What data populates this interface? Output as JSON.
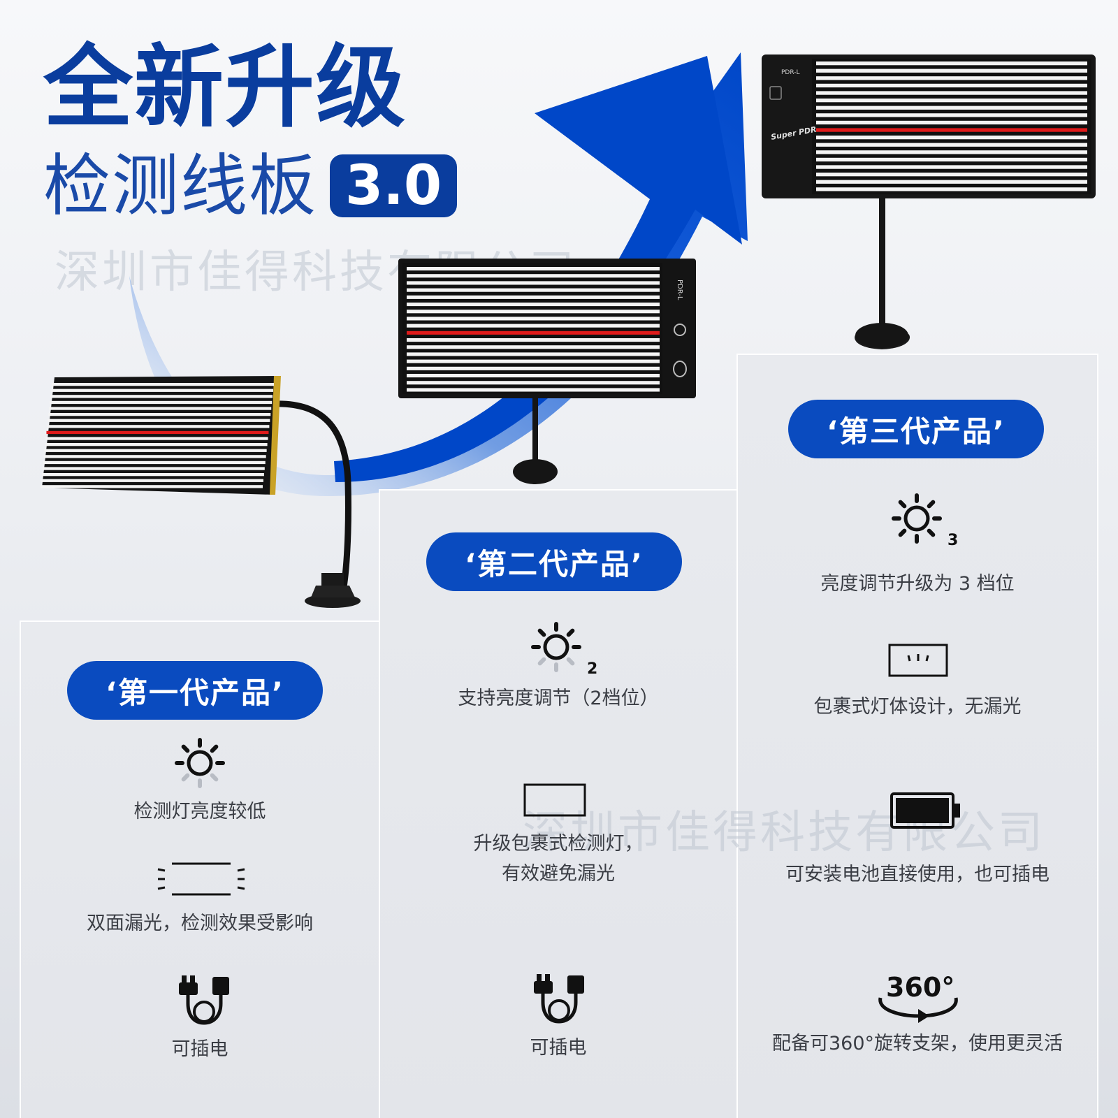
{
  "header": {
    "title": "全新升级",
    "subtitle": "检测线板",
    "version": "3.0",
    "watermark": "深圳市佳得科技有限公司"
  },
  "device_labels": {
    "model": "PDR-L",
    "brand": "Super PDR"
  },
  "generations": [
    {
      "label": "‘第一代产品’",
      "features": [
        {
          "icon": "sun-icon",
          "text": "检测灯亮度较低"
        },
        {
          "icon": "light-leak-icon",
          "text": "双面漏光，检测效果受影响"
        },
        {
          "icon": "power-plug-icon",
          "text": "可插电"
        }
      ]
    },
    {
      "label": "‘第二代产品’",
      "features": [
        {
          "icon": "sun-icon",
          "level": "2",
          "text": "支持亮度调节（2档位）"
        },
        {
          "icon": "light-frame-icon",
          "lines": [
            "升级包裹式检测灯，",
            "有效避免漏光"
          ]
        },
        {
          "icon": "power-plug-icon",
          "text": "可插电"
        }
      ]
    },
    {
      "label": "‘第三代产品’",
      "features": [
        {
          "icon": "sun-icon",
          "level": "3",
          "text": "亮度调节升级为 3 档位"
        },
        {
          "icon": "wrapped-light-icon",
          "text": "包裹式灯体设计，无漏光"
        },
        {
          "icon": "battery-icon",
          "text": "可安装电池直接使用，也可插电"
        },
        {
          "icon": "rotate-360-icon",
          "badge": "360°",
          "text": "配备可360°旋转支架，使用更灵活"
        }
      ]
    }
  ],
  "colors": {
    "brand_blue": "#0a4bbf",
    "title_blue": "#0a3d9e",
    "arrow_blue": "#0047c8",
    "stripe_red": "#e01b1b"
  }
}
